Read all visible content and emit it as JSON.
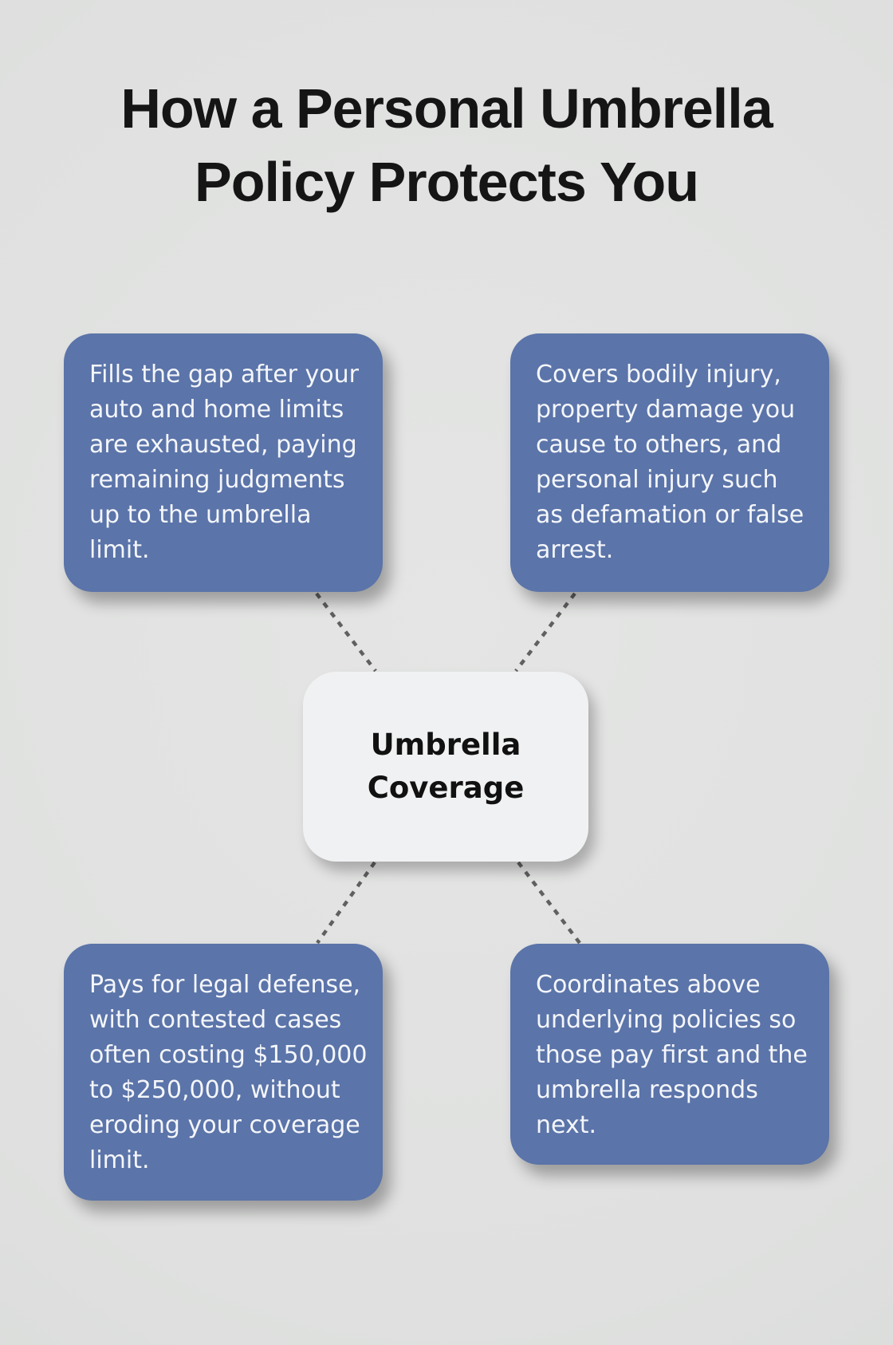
{
  "title": {
    "text": "How a Personal Umbrella Policy Protects You",
    "lines": [
      "How a Personal Umbrella",
      "Policy Protects You"
    ]
  },
  "center": {
    "label": "Umbrella Coverage",
    "lines": [
      "Umbrella",
      "Coverage"
    ]
  },
  "nodes": [
    {
      "id": "fills-gap",
      "text": "Fills the gap after your auto and home limits are exhausted, paying remaining judgments up to the umbrella limit.",
      "lines": [
        "Fills the gap after your",
        "auto and home limits",
        "are exhausted, paying",
        "remaining judgments",
        "up to the umbrella",
        "limit."
      ]
    },
    {
      "id": "covers-injury",
      "text": "Covers bodily injury, property damage you cause to others, and personal injury such as defamation or false arrest.",
      "lines": [
        "Covers bodily injury,",
        "property damage you",
        "cause to others, and",
        "personal injury such",
        "as defamation or false",
        "arrest."
      ]
    },
    {
      "id": "legal-defense",
      "text": "Pays for legal defense, with contested cases often costing $150,000 to $250,000, without eroding your coverage limit.",
      "lines": [
        "Pays for legal defense,",
        "with contested cases",
        "often costing $150,000",
        "to $250,000, without",
        "eroding your coverage",
        "limit."
      ]
    },
    {
      "id": "coordinates-policies",
      "text": "Coordinates above underlying policies so those pay first and the umbrella responds next.",
      "lines": [
        "Coordinates above",
        "underlying policies so",
        "those pay first and the",
        "umbrella responds",
        "next."
      ]
    }
  ],
  "connections": [
    {
      "from": "fills-gap",
      "to": "center"
    },
    {
      "from": "covers-injury",
      "to": "center"
    },
    {
      "from": "center",
      "to": "legal-defense"
    },
    {
      "from": "center",
      "to": "coordinates-policies"
    }
  ],
  "colors": {
    "background": "#dfe0df",
    "node_fill": "#5b74a9",
    "node_text": "#f4f6fa",
    "center_fill": "#f0f1f2",
    "center_text": "#111111",
    "connector": "#606060",
    "title_text": "#151515"
  }
}
